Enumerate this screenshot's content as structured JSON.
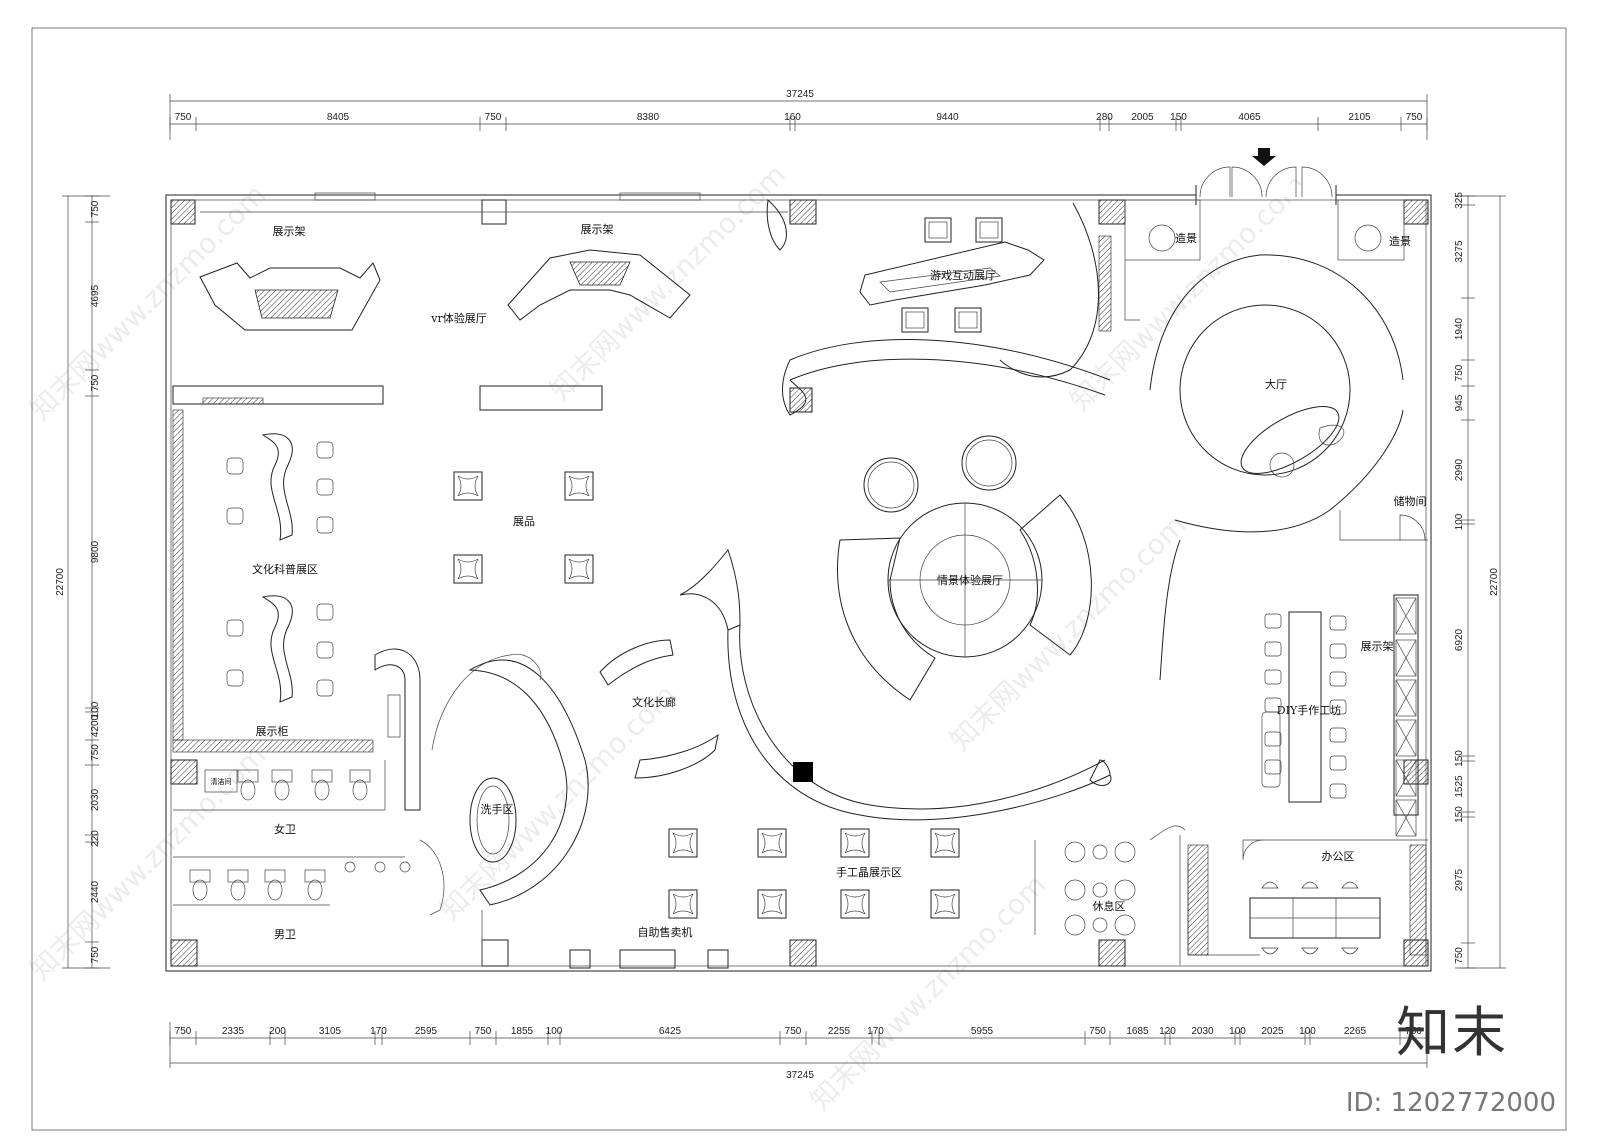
{
  "overall_dims": {
    "top_total": "37245",
    "bottom_total": "37245",
    "left_total": "22700",
    "right_total": "22700"
  },
  "top_dims": [
    "750",
    "8405",
    "750",
    "8380",
    "160",
    "9440",
    "280",
    "2005",
    "150",
    "4065",
    "2105",
    "750"
  ],
  "bottom_dims": [
    "750",
    "2335",
    "200",
    "3105",
    "170",
    "2595",
    "750",
    "1855",
    "100",
    "6425",
    "750",
    "2255",
    "170",
    "5955",
    "750",
    "1685",
    "120",
    "2030",
    "100",
    "2025",
    "100",
    "2265",
    "750"
  ],
  "left_dims": [
    "750",
    "4695",
    "750",
    "9800",
    "100",
    "4200",
    "750",
    "2030",
    "220",
    "2440",
    "750"
  ],
  "right_dims": [
    "325",
    "3275",
    "1940",
    "750",
    "945",
    "2990",
    "100",
    "6920",
    "150",
    "1525",
    "150",
    "2975",
    "750"
  ],
  "rooms": {
    "shelf_1": "展示架",
    "shelf_2": "展示架",
    "vr_hall": "vr体验展厅",
    "game_hall": "游戏互动展厅",
    "scenery_1": "造景",
    "scenery_2": "造景",
    "lobby": "大厅",
    "exhibits": "展品",
    "culture_science": "文化科普展区",
    "scene_hall": "情景体验展厅",
    "storage": "储物间",
    "shelf_3": "展示架",
    "diy": "DIY手作工坊",
    "cabinet": "展示柜",
    "culture_corridor": "文化长廊",
    "cleaning": "清洁间",
    "wash_area": "洗手区",
    "womens_wc": "女卫",
    "mens_wc": "男卫",
    "crafts": "手工晶展示区",
    "rest": "休息区",
    "office": "办公区",
    "vending": "自助售卖机"
  },
  "brand": {
    "name": "知末",
    "id": "ID: 1202772000"
  },
  "watermark": "知末网www.znzmo.com"
}
